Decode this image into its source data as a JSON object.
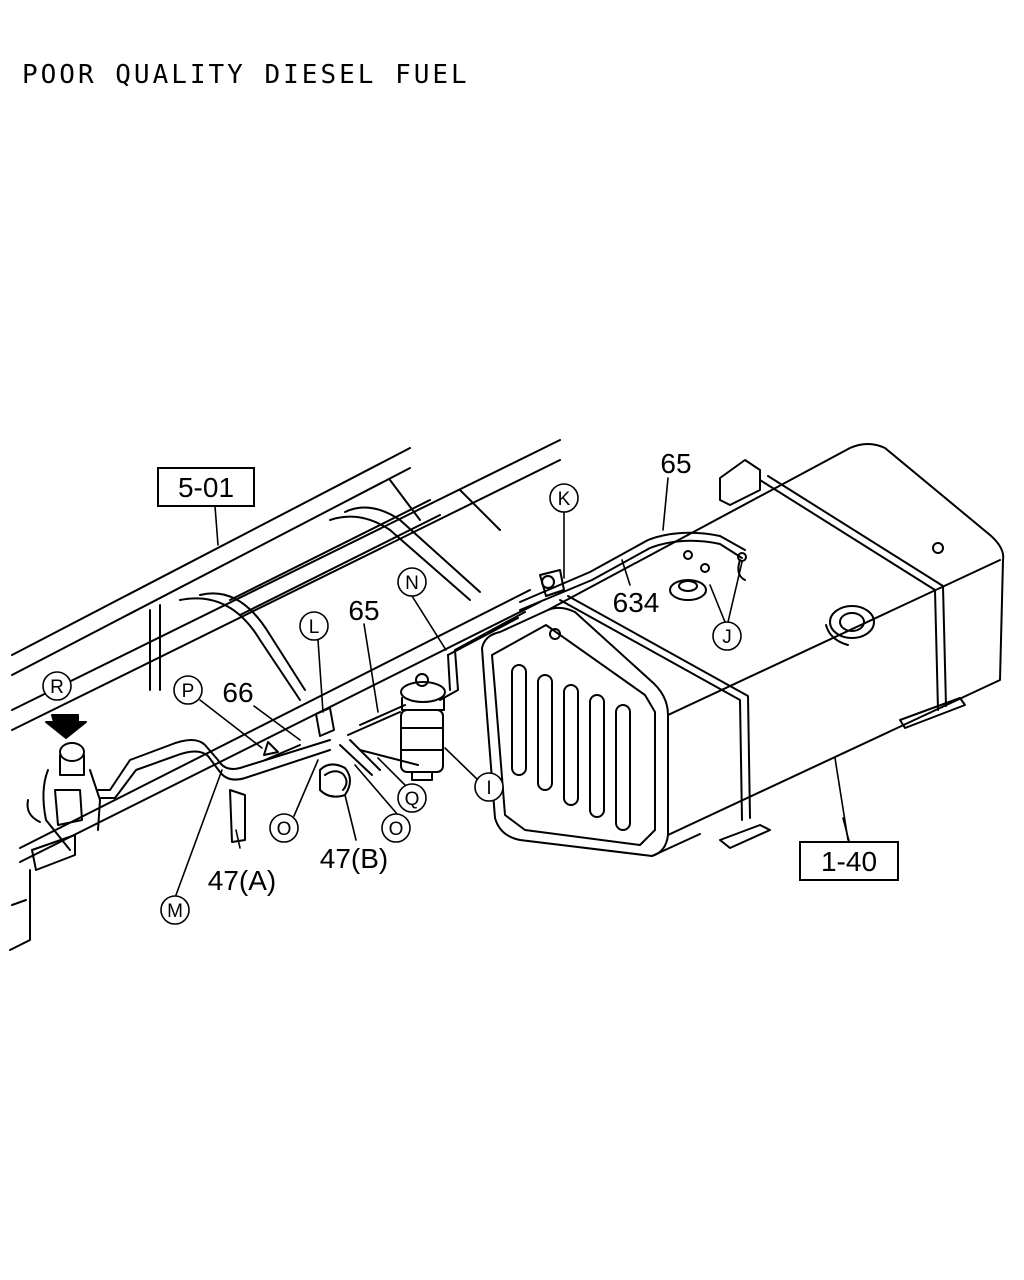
{
  "title": "POOR QUALITY DIESEL FUEL",
  "refs": {
    "frame": "5-01",
    "tank": "1-40"
  },
  "parts": {
    "p65_top": "65",
    "p65_mid": "65",
    "p634": "634",
    "p66": "66",
    "p47a": "47(A)",
    "p47b": "47(B)"
  },
  "callouts": {
    "K": "K",
    "N": "N",
    "L": "L",
    "R": "R",
    "P": "P",
    "J": "J",
    "I": "I",
    "Q": "Q",
    "O1": "O",
    "O2": "O",
    "M": "M"
  }
}
